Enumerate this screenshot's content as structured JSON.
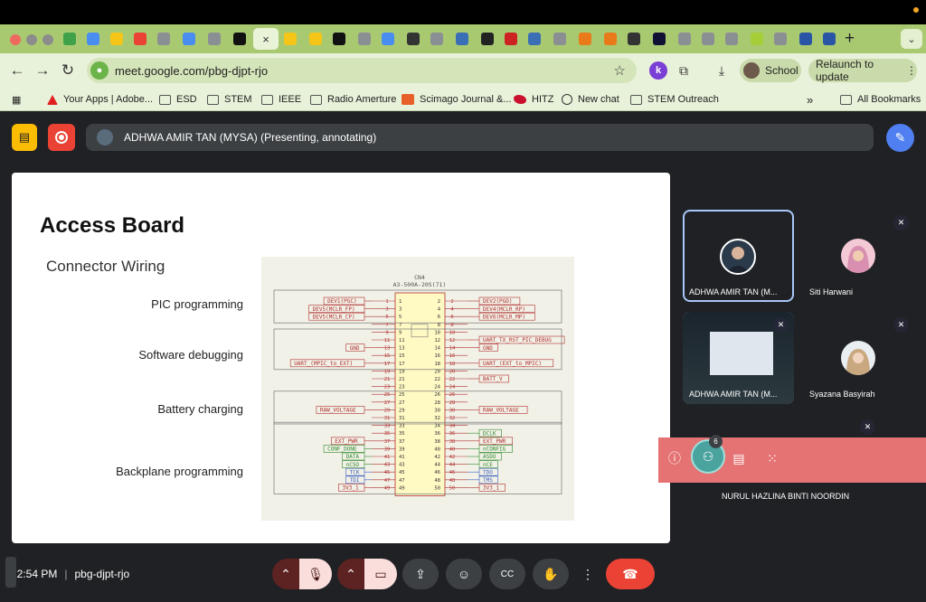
{
  "browser": {
    "url": "meet.google.com/pbg-djpt-rjo",
    "profile_label": "School",
    "relaunch_label": "Relaunch to update",
    "extension_badge": "k",
    "tabs": {
      "new_tab_label": "+",
      "close_label": "×",
      "favicon_colors": [
        "#3fa14a",
        "#4a8df0",
        "#f5c518",
        "#ea4335",
        "#8a8f94",
        "#4a8df0",
        "#8a8f94",
        "#111111",
        "#f5c518",
        "#f5c518",
        "#111111",
        "#8a8f94",
        "#4a8df0",
        "#333333",
        "#8a8f94",
        "#3b6fb5",
        "#222222",
        "#cc2222",
        "#3b6fb5",
        "#8a8f94",
        "#e87a1a",
        "#e87a1a",
        "#333333",
        "#111133",
        "#8a8f94",
        "#8a8f94",
        "#8a8f94",
        "#a6ce39",
        "#8a8f94",
        "#2a55a6",
        "#2a55a6"
      ]
    }
  },
  "bookmarks": {
    "items": [
      {
        "label": "Your Apps | Adobe...",
        "icon": "adobe-icon"
      },
      {
        "label": "ESD",
        "icon": "folder-icon"
      },
      {
        "label": "STEM",
        "icon": "folder-icon"
      },
      {
        "label": "IEEE",
        "icon": "folder-icon"
      },
      {
        "label": "Radio Amerture",
        "icon": "folder-icon"
      },
      {
        "label": "Scimago Journal &...",
        "icon": "sjr-icon"
      },
      {
        "label": "HITZ",
        "icon": "hitz-icon"
      },
      {
        "label": "New chat",
        "icon": "openai-icon"
      },
      {
        "label": "STEM Outreach",
        "icon": "folder-icon"
      }
    ],
    "overflow": "»",
    "all_bookmarks": "All Bookmarks"
  },
  "meet": {
    "presenter_text": "ADHWA AMIR TAN (MYSA) (Presenting, annotating)",
    "time": "12:54 PM",
    "meeting_code": "pbg-djpt-rjo",
    "participant_count": "6",
    "participants": [
      {
        "name": "ADHWA AMIR TAN (M...",
        "bg": "#5d6fb8",
        "mic_off": false
      },
      {
        "name": "Siti Harwani",
        "bg": "#2d6d8e",
        "mic_off": true
      },
      {
        "name": "ADHWA AMIR TAN (M...",
        "bg": "#1e2a33",
        "mic_off": true
      },
      {
        "name": "Syazana Basyirah",
        "bg": "#2d6d8e",
        "mic_off": true
      },
      {
        "name": "NURUL HAZLINA BINTI NOORDIN",
        "bg": "#b56d62",
        "mic_off": true
      }
    ]
  },
  "slide": {
    "title": "Access Board",
    "subtitle": "Connector Wiring",
    "sections": [
      "PIC programming",
      "Software debugging",
      "Battery charging",
      "Backplane programming"
    ]
  },
  "schematic": {
    "ref": "CN4",
    "part": "A3-500A-20S(71)",
    "left_pins": [
      "1",
      "3",
      "5",
      "7",
      "9",
      "11",
      "13",
      "15",
      "17",
      "19",
      "21",
      "23",
      "25",
      "27",
      "29",
      "31",
      "33",
      "35",
      "37",
      "39",
      "41",
      "43",
      "45",
      "47",
      "49"
    ],
    "right_pins": [
      "2",
      "4",
      "6",
      "8",
      "10",
      "12",
      "14",
      "16",
      "18",
      "20",
      "22",
      "24",
      "26",
      "28",
      "30",
      "32",
      "34",
      "36",
      "38",
      "40",
      "42",
      "44",
      "46",
      "48",
      "50"
    ],
    "left_labels": [
      {
        "pin": 0,
        "text": "DEV1(PGC)",
        "color": "red"
      },
      {
        "pin": 1,
        "text": "DEV5(MCLR_FP)",
        "color": "red"
      },
      {
        "pin": 2,
        "text": "DEV5(MCLR_CP)",
        "color": "red"
      },
      {
        "pin": 6,
        "text": "GND",
        "color": "red"
      },
      {
        "pin": 8,
        "text": "UART_(MPIC_to_EXT)",
        "color": "red"
      },
      {
        "pin": 14,
        "text": "RAW_VOLTAGE",
        "color": "red"
      },
      {
        "pin": 18,
        "text": "EXT_PWR",
        "color": "red"
      },
      {
        "pin": 19,
        "text": "CONF_DONE",
        "color": "green"
      },
      {
        "pin": 20,
        "text": "DATA",
        "color": "green"
      },
      {
        "pin": 21,
        "text": "nCSO",
        "color": "green"
      },
      {
        "pin": 22,
        "text": "TCK",
        "color": "blue"
      },
      {
        "pin": 23,
        "text": "TDI",
        "color": "blue"
      },
      {
        "pin": 24,
        "text": "3V3_1",
        "color": "red"
      }
    ],
    "right_labels": [
      {
        "pin": 0,
        "text": "DEV2(PGD)",
        "color": "red"
      },
      {
        "pin": 1,
        "text": "DEV4(MCLR_RP)",
        "color": "red"
      },
      {
        "pin": 2,
        "text": "DEV6(MCLR_MP)",
        "color": "red"
      },
      {
        "pin": 5,
        "text": "UART_TX_RST_PIC_DEBUG",
        "color": "red"
      },
      {
        "pin": 6,
        "text": "GND",
        "color": "red"
      },
      {
        "pin": 8,
        "text": "UART_(EXT_to_MPIC)",
        "color": "red"
      },
      {
        "pin": 10,
        "text": "BATT_V",
        "color": "red"
      },
      {
        "pin": 14,
        "text": "RAW_VOLTAGE",
        "color": "red"
      },
      {
        "pin": 17,
        "text": "DCLK",
        "color": "green"
      },
      {
        "pin": 18,
        "text": "EXT_PWR",
        "color": "red"
      },
      {
        "pin": 19,
        "text": "nCONFIG",
        "color": "green"
      },
      {
        "pin": 20,
        "text": "ASDO",
        "color": "green"
      },
      {
        "pin": 21,
        "text": "nCE",
        "color": "green"
      },
      {
        "pin": 22,
        "text": "TDO",
        "color": "blue"
      },
      {
        "pin": 23,
        "text": "TMS",
        "color": "blue"
      },
      {
        "pin": 24,
        "text": "3V3_1",
        "color": "red"
      }
    ]
  },
  "colors": {
    "tab_strip": "#a9c971",
    "toolbar": "#e8f1d9",
    "meet_bg": "#202124",
    "accent_blue": "#4f7ff0",
    "hangup": "#ea4335",
    "panel_red": "#e57373"
  }
}
